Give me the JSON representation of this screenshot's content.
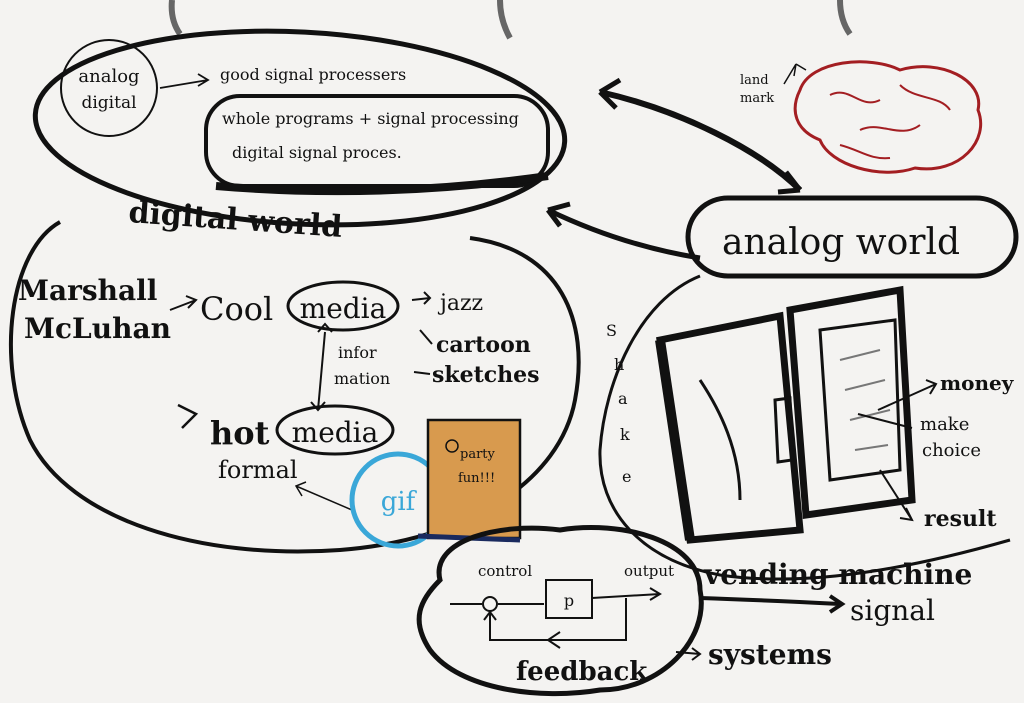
{
  "digital": {
    "circle_line1": "analog",
    "circle_line2": "digital",
    "good_signal": "good signal processers",
    "whole_programs": "whole programs + signal processing",
    "dsp": "digital signal proces.",
    "title": "digital world"
  },
  "analog": {
    "title": "analog world",
    "landmark_line1": "land",
    "landmark_line2": "mark"
  },
  "media": {
    "marshall": "Marshall",
    "mcluhan": "McLuhan",
    "cool": "Cool",
    "media_word": "media",
    "jazz": "jazz",
    "cartoon": "cartoon",
    "sketches": "sketches",
    "infor": "infor",
    "mation": "mation",
    "hot": "hot",
    "formal": "formal",
    "gif": "gif",
    "card_line1": "party",
    "card_line2": "fun!!!"
  },
  "vending": {
    "shake": [
      "S",
      "h",
      "a",
      "k",
      "e"
    ],
    "money": "money",
    "make": "make",
    "choice": "choice",
    "result": "result",
    "title": "vending machine"
  },
  "systems": {
    "control": "control",
    "p": "p",
    "output": "output",
    "feedback": "feedback",
    "systems": "systems",
    "signal": "signal"
  },
  "colors": {
    "ink": "#111111",
    "paper": "#f4f3f1",
    "brain": "#a31e22",
    "card": "#d89a4e",
    "gif": "#3aa7d8"
  }
}
